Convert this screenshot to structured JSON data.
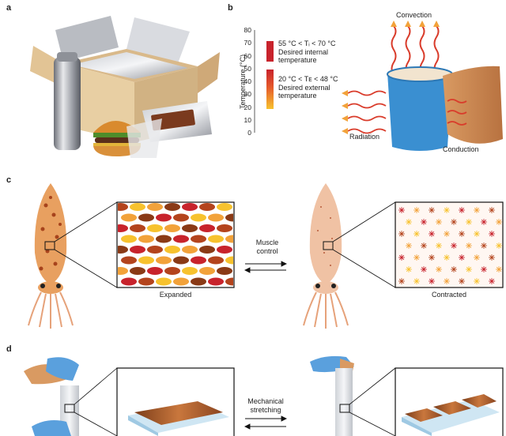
{
  "panels": {
    "a": "a",
    "b": "b",
    "c": "c",
    "d": "d"
  },
  "panel_b": {
    "axis_title": "Temperature (°C)",
    "ticks": [
      "80",
      "70",
      "60",
      "50",
      "40",
      "30",
      "20",
      "10",
      "0"
    ],
    "internal_range": "55 °C < Tᵢ < 70 °C",
    "internal_desc_1": "Desired internal",
    "internal_desc_2": "temperature",
    "external_range": "20 °C < Tᴇ < 48 °C",
    "external_desc_1": "Desired external",
    "external_desc_2": "temperature",
    "convection": "Convection",
    "radiation": "Radiation",
    "conduction": "Conduction"
  },
  "panel_c": {
    "switch_label_1": "Muscle",
    "switch_label_2": "control",
    "expanded": "Expanded",
    "contracted": "Contracted"
  },
  "panel_d": {
    "switch_label_1": "Mechanical",
    "switch_label_2": "stretching"
  },
  "colors": {
    "internal_bar": "#c8232c",
    "external_bar": "#f3a21b",
    "mug": "#3a8fd1",
    "chromatophore_dark": "#b4441d",
    "chromatophore_light": "#f2a23a"
  }
}
